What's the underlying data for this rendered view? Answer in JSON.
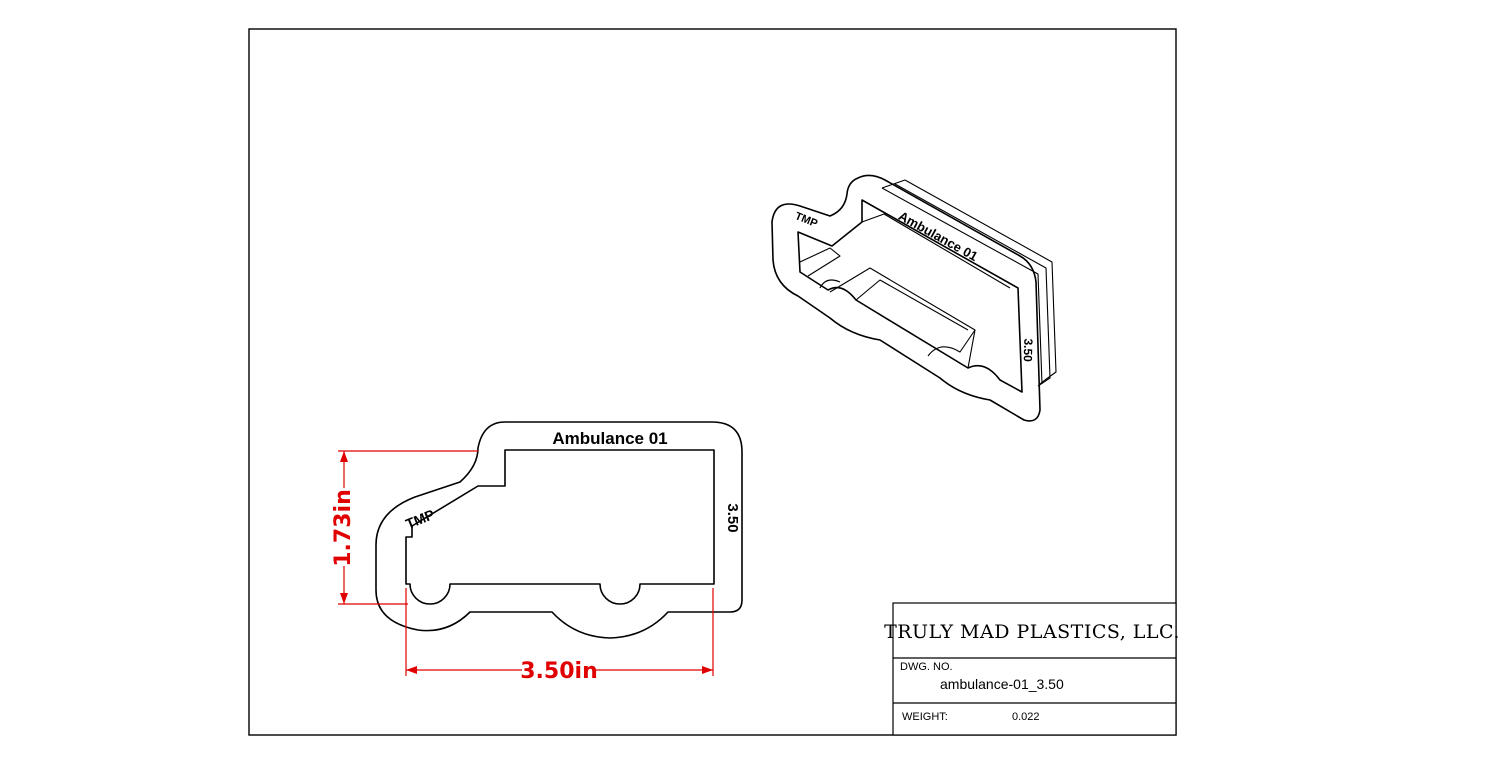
{
  "part": {
    "name_emboss": "Ambulance 01",
    "brand_emboss": "TMP",
    "size_emboss": "3.50"
  },
  "dimensions": {
    "height": "1.73in",
    "width": "3.50in"
  },
  "title_block": {
    "company": "TRULY MAD PLASTICS, LLC.",
    "dwg_no_label": "DWG.  NO.",
    "dwg_no_value": "ambulance-01_3.50",
    "weight_label": "WEIGHT:",
    "weight_value": "0.022"
  },
  "colors": {
    "dimension": "#e00000",
    "line": "#000000",
    "background": "#ffffff"
  }
}
